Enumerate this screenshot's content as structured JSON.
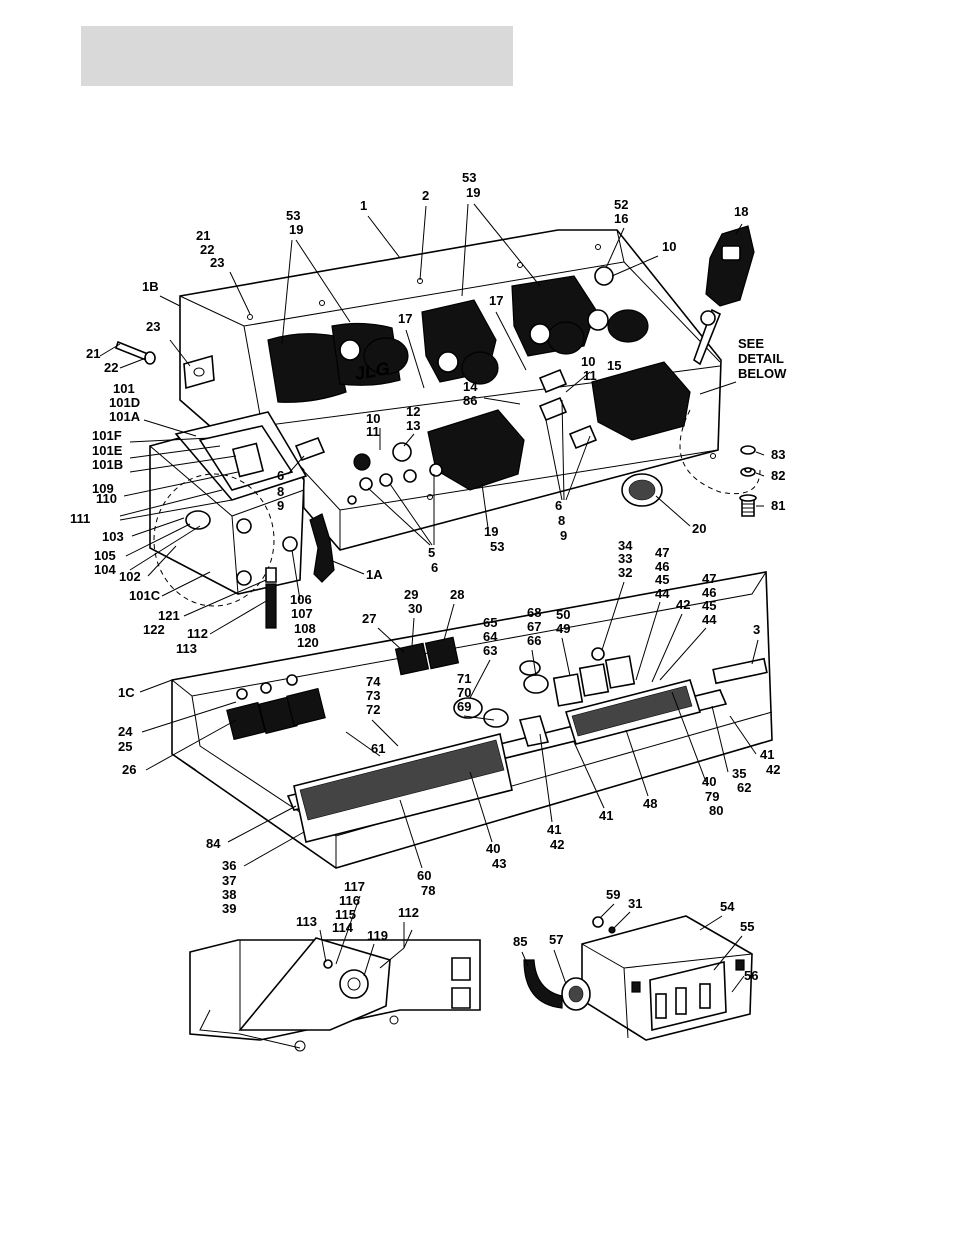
{
  "logo_text": "JLG",
  "detail_note": [
    "SEE",
    "DETAIL",
    "BELOW"
  ],
  "callouts": [
    [
      "53",
      462,
      182
    ],
    [
      "19",
      466,
      197
    ],
    [
      "53",
      286,
      220
    ],
    [
      "19",
      289,
      234
    ],
    [
      "1",
      360,
      210
    ],
    [
      "2",
      422,
      200
    ],
    [
      "52",
      614,
      209
    ],
    [
      "16",
      614,
      223
    ],
    [
      "18",
      734,
      216
    ],
    [
      "10",
      662,
      251
    ],
    [
      "21",
      196,
      240
    ],
    [
      "22",
      200,
      254
    ],
    [
      "23",
      210,
      267
    ],
    [
      "1B",
      142,
      291
    ],
    [
      "23",
      146,
      331
    ],
    [
      "21",
      86,
      358
    ],
    [
      "22",
      104,
      372
    ],
    [
      "17",
      398,
      323
    ],
    [
      "17",
      489,
      305
    ],
    [
      "SEE",
      738,
      348
    ],
    [
      "DETAIL",
      738,
      363
    ],
    [
      "BELOW",
      738,
      378
    ],
    [
      "10",
      581,
      366
    ],
    [
      "15",
      607,
      370
    ],
    [
      "11",
      583,
      380
    ],
    [
      "14",
      463,
      391
    ],
    [
      "86",
      463,
      405
    ],
    [
      "101",
      113,
      393
    ],
    [
      "101D",
      109,
      407
    ],
    [
      "101A",
      109,
      421
    ],
    [
      "10",
      366,
      423
    ],
    [
      "12",
      406,
      416
    ],
    [
      "11",
      366,
      436
    ],
    [
      "13",
      406,
      430
    ],
    [
      "101F",
      92,
      440
    ],
    [
      "101E",
      92,
      455
    ],
    [
      "101B",
      92,
      469
    ],
    [
      "83",
      771,
      459
    ],
    [
      "82",
      771,
      480
    ],
    [
      "81",
      771,
      510
    ],
    [
      "6",
      277,
      480
    ],
    [
      "109",
      92,
      493
    ],
    [
      "110",
      96,
      503
    ],
    [
      "8",
      277,
      496
    ],
    [
      "9",
      277,
      510
    ],
    [
      "6",
      555,
      510
    ],
    [
      "8",
      558,
      525
    ],
    [
      "9",
      560,
      540
    ],
    [
      "111",
      70,
      523
    ],
    [
      "103",
      102,
      541
    ],
    [
      "5",
      428,
      557
    ],
    [
      "6",
      431,
      572
    ],
    [
      "20",
      692,
      533
    ],
    [
      "19",
      484,
      536
    ],
    [
      "53",
      490,
      551
    ],
    [
      "105",
      94,
      560
    ],
    [
      "104",
      94,
      574
    ],
    [
      "34",
      618,
      550
    ],
    [
      "33",
      618,
      563
    ],
    [
      "32",
      618,
      577
    ],
    [
      "47",
      655,
      557
    ],
    [
      "46",
      655,
      571
    ],
    [
      "45",
      655,
      584
    ],
    [
      "44",
      655,
      598
    ],
    [
      "47",
      702,
      583
    ],
    [
      "46",
      702,
      597
    ],
    [
      "45",
      702,
      610
    ],
    [
      "44",
      702,
      624
    ],
    [
      "102",
      119,
      581
    ],
    [
      "1A",
      366,
      579
    ],
    [
      "101C",
      129,
      600
    ],
    [
      "106",
      290,
      604
    ],
    [
      "107",
      291,
      618
    ],
    [
      "108",
      294,
      633
    ],
    [
      "120",
      297,
      647
    ],
    [
      "29",
      404,
      599
    ],
    [
      "30",
      408,
      613
    ],
    [
      "28",
      450,
      599
    ],
    [
      "27",
      362,
      623
    ],
    [
      "121",
      158,
      620
    ],
    [
      "122",
      143,
      634
    ],
    [
      "112",
      187,
      638
    ],
    [
      "113",
      176,
      653
    ],
    [
      "42",
      676,
      609
    ],
    [
      "3",
      753,
      634
    ],
    [
      "68",
      527,
      617
    ],
    [
      "67",
      527,
      631
    ],
    [
      "66",
      527,
      645
    ],
    [
      "65",
      483,
      627
    ],
    [
      "64",
      483,
      641
    ],
    [
      "63",
      483,
      655
    ],
    [
      "50",
      556,
      619
    ],
    [
      "49",
      556,
      633
    ],
    [
      "1C",
      118,
      697
    ],
    [
      "74",
      366,
      686
    ],
    [
      "73",
      366,
      700
    ],
    [
      "72",
      366,
      714
    ],
    [
      "71",
      457,
      683
    ],
    [
      "70",
      457,
      697
    ],
    [
      "69",
      457,
      711
    ],
    [
      "24",
      118,
      736
    ],
    [
      "25",
      118,
      751
    ],
    [
      "26",
      122,
      774
    ],
    [
      "61",
      371,
      753
    ],
    [
      "41",
      760,
      759
    ],
    [
      "42",
      766,
      774
    ],
    [
      "35",
      732,
      778
    ],
    [
      "62",
      737,
      792
    ],
    [
      "40",
      702,
      786
    ],
    [
      "79",
      705,
      801
    ],
    [
      "80",
      709,
      815
    ],
    [
      "48",
      643,
      808
    ],
    [
      "41",
      599,
      820
    ],
    [
      "41",
      547,
      834
    ],
    [
      "42",
      550,
      849
    ],
    [
      "84",
      206,
      848
    ],
    [
      "40",
      486,
      853
    ],
    [
      "43",
      492,
      868
    ],
    [
      "36",
      222,
      870
    ],
    [
      "37",
      222,
      885
    ],
    [
      "38",
      222,
      899
    ],
    [
      "39",
      222,
      913
    ],
    [
      "60",
      417,
      880
    ],
    [
      "78",
      421,
      895
    ],
    [
      "117",
      344,
      891
    ],
    [
      "116",
      339,
      905
    ],
    [
      "115",
      335,
      919
    ],
    [
      "114",
      332,
      932
    ],
    [
      "112",
      398,
      917
    ],
    [
      "113",
      296,
      926
    ],
    [
      "119",
      367,
      940
    ],
    [
      "59",
      606,
      899
    ],
    [
      "31",
      628,
      908
    ],
    [
      "54",
      720,
      911
    ],
    [
      "85",
      513,
      946
    ],
    [
      "57",
      549,
      944
    ],
    [
      "55",
      740,
      931
    ],
    [
      "56",
      744,
      980
    ]
  ]
}
